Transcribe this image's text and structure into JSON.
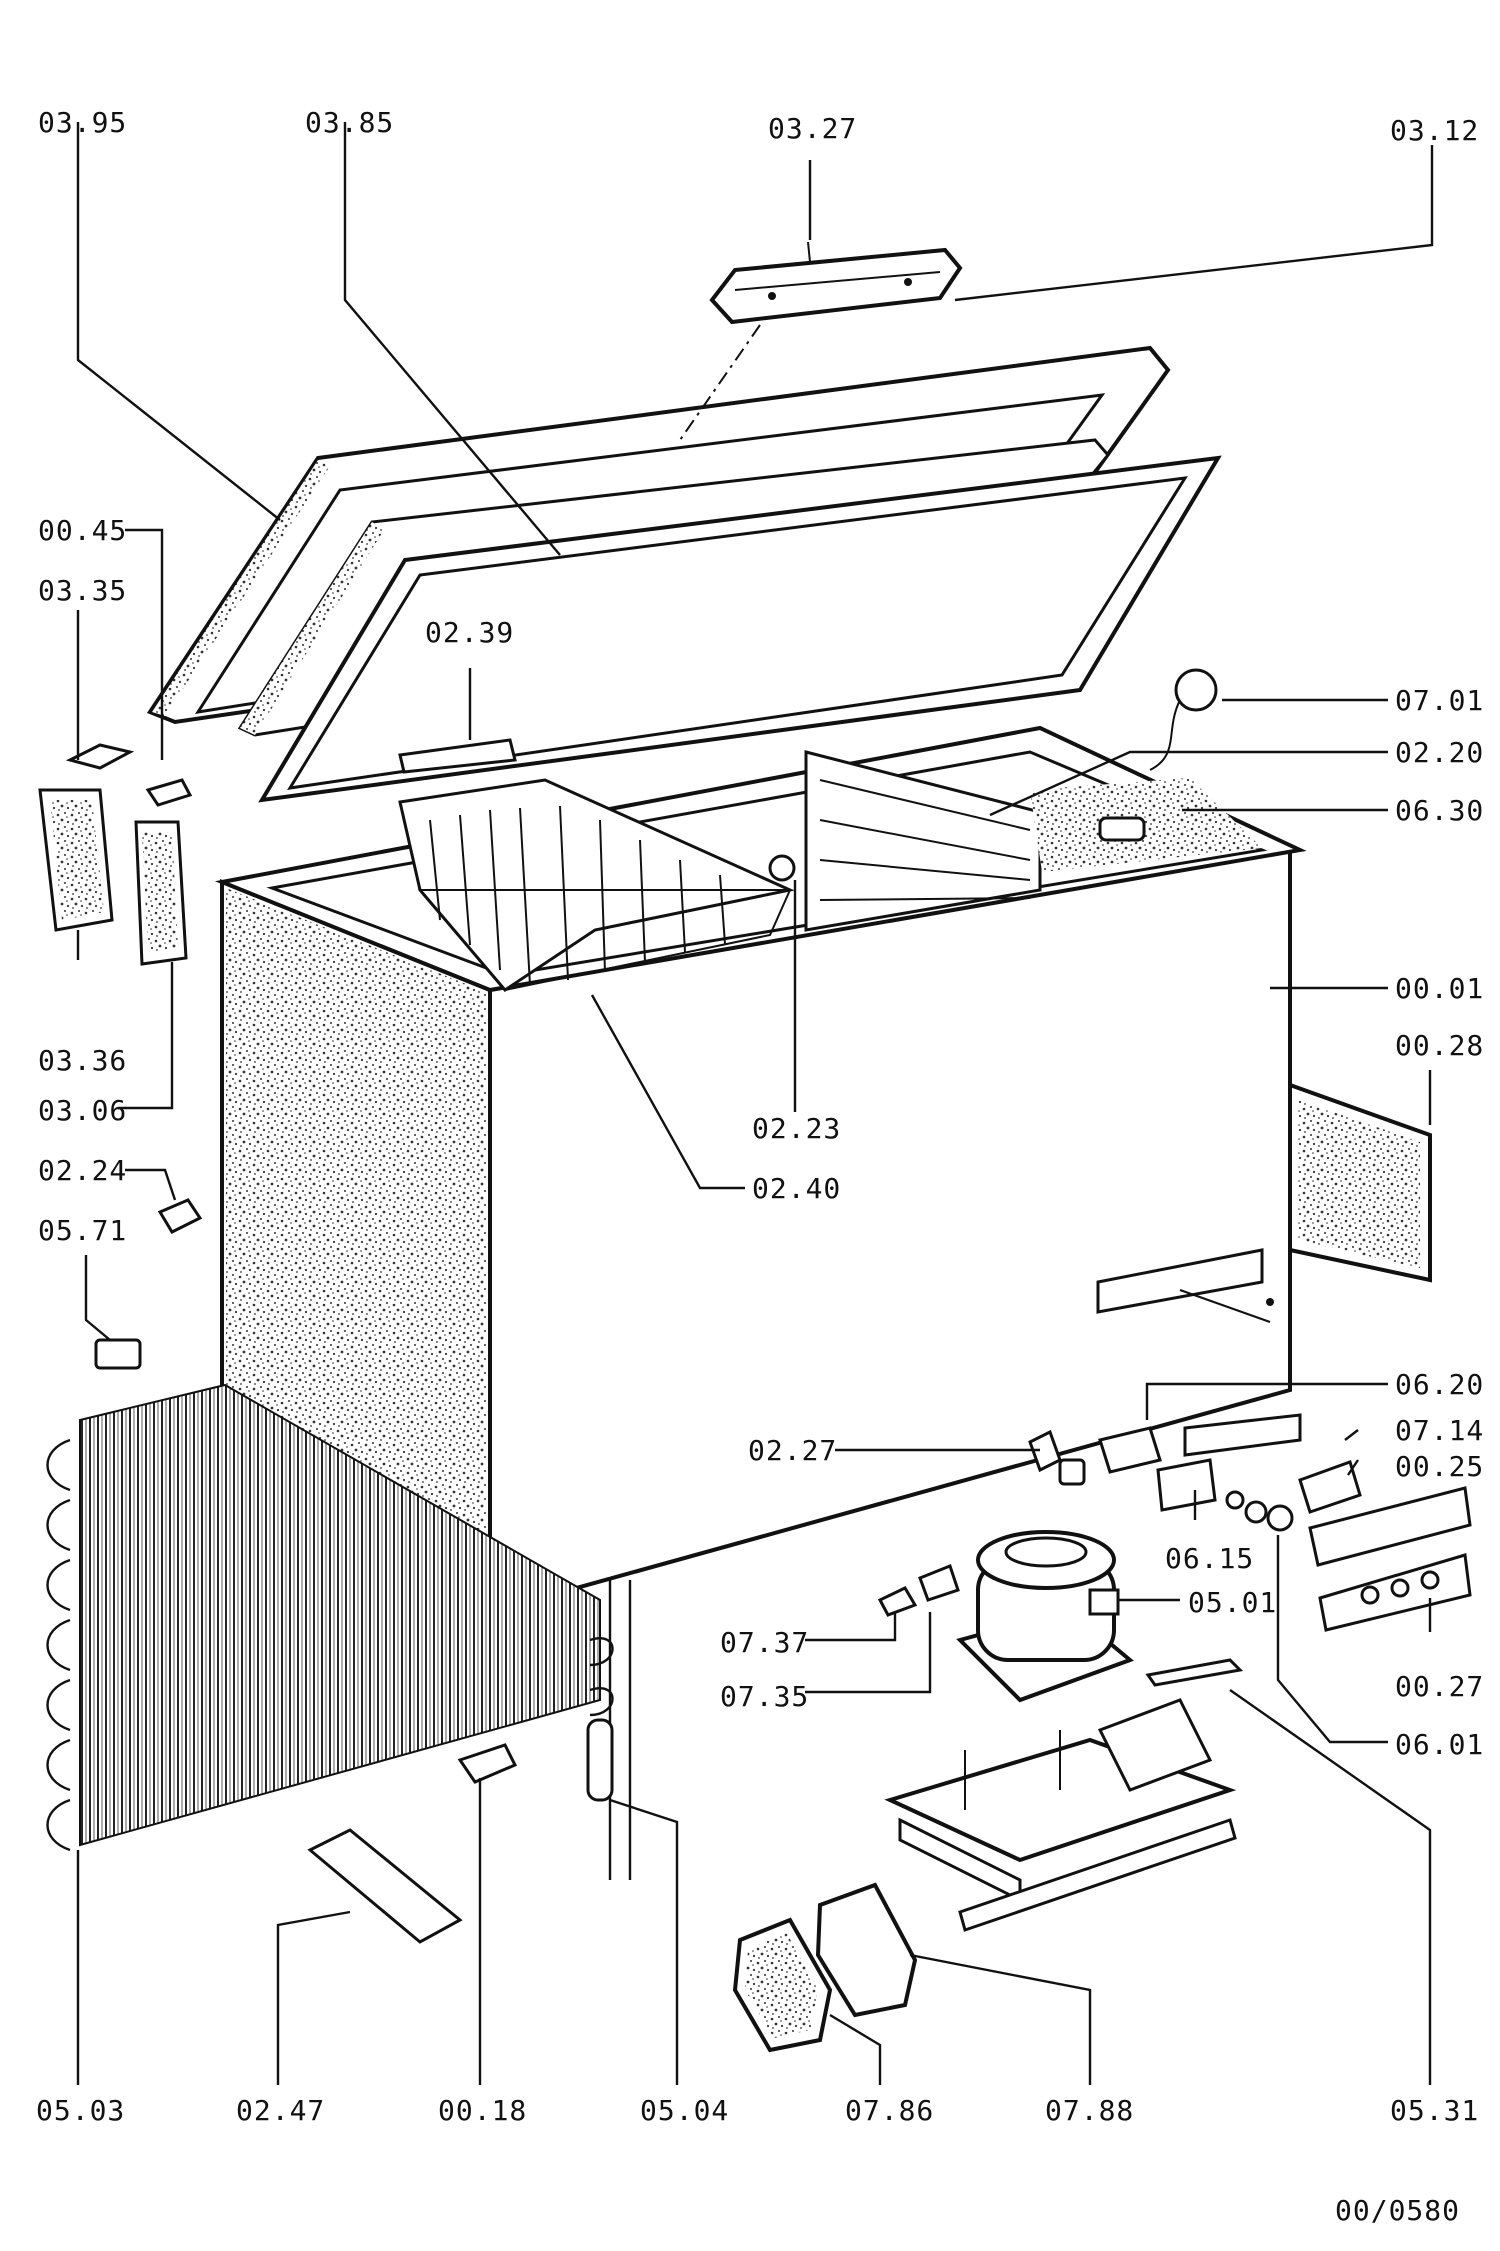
{
  "labels": {
    "p0395": "03.95",
    "p0385": "03.85",
    "p0327": "03.27",
    "p0312": "03.12",
    "p0045": "00.45",
    "p0335": "03.35",
    "p0239": "02.39",
    "p0701": "07.01",
    "p0220": "02.20",
    "p0630": "06.30",
    "p0001": "00.01",
    "p0028": "00.28",
    "p0336": "03.36",
    "p0306": "03.06",
    "p0223": "02.23",
    "p0240": "02.40",
    "p0224": "02.24",
    "p0571": "05.71",
    "p0620": "06.20",
    "p0227": "02.27",
    "p0714": "07.14",
    "p0025": "00.25",
    "p0615": "06.15",
    "p0501": "05.01",
    "p0737": "07.37",
    "p0735": "07.35",
    "p0027": "00.27",
    "p0601": "06.01",
    "p0503": "05.03",
    "p0247": "02.47",
    "p0018": "00.18",
    "p0504": "05.04",
    "p0786": "07.86",
    "p0788": "07.88",
    "p0531": "05.31"
  },
  "drawing_code": "00/0580"
}
